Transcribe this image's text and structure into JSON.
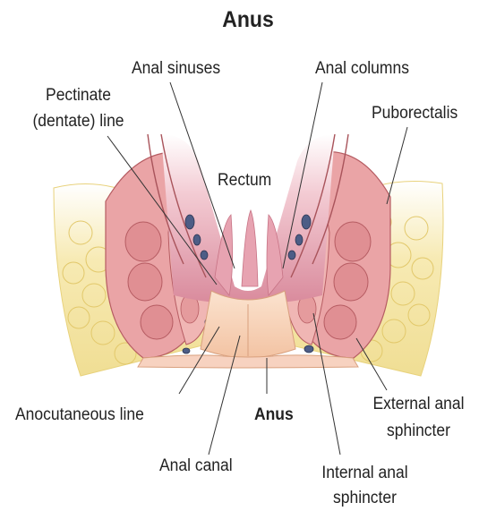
{
  "title": "Anus",
  "labels": {
    "anal_sinuses": "Anal sinuses",
    "anal_columns": "Anal columns",
    "pectinate_line_1": "Pectinate",
    "pectinate_line_2": "(dentate) line",
    "puborectalis": "Puborectalis",
    "rectum": "Rectum",
    "anocutaneous_line": "Anocutaneous line",
    "anus": "Anus",
    "external_sphincter_1": "External anal",
    "external_sphincter_2": "sphincter",
    "anal_canal": "Anal canal",
    "internal_sphincter_1": "Internal anal",
    "internal_sphincter_2": "sphincter"
  },
  "colors": {
    "fat": "#f4e7a8",
    "muscle": "#eaa4a6",
    "muscle_dark": "#c8686c",
    "lumen": "#ecb2bd",
    "skin": "#f9d9c1",
    "vein": "#4d5d86"
  }
}
